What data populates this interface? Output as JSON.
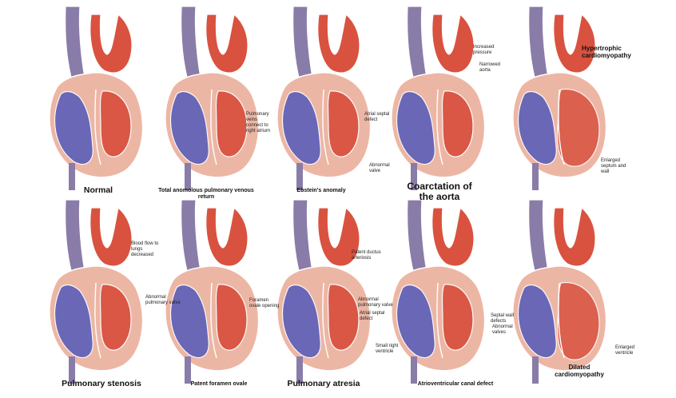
{
  "colors": {
    "oxygenated": "#d9523f",
    "deoxygenated": "#5b5fb8",
    "vessel_purple": "#8a7ca8",
    "muscle_pink": "#ecb6a5",
    "outline": "#ffffff"
  },
  "panels": [
    {
      "id": "normal",
      "caption": "Normal",
      "annotations": []
    },
    {
      "id": "tapvr",
      "caption": "Total anomolous pulmonary venous return",
      "annotations": [
        {
          "text": "Pulmonary veins connect to right atrium"
        }
      ]
    },
    {
      "id": "ebstein",
      "caption": "Ebstein's anomaly",
      "annotations": [
        {
          "text": "Atrial septal defect"
        },
        {
          "text": "Abnormal valve"
        }
      ]
    },
    {
      "id": "coarctation",
      "caption": "Coarctation of the aorta",
      "annotations": [
        {
          "text": "Increased pressure"
        },
        {
          "text": "Narrowed aorta"
        }
      ]
    },
    {
      "id": "hcm",
      "caption": "",
      "annotations": [
        {
          "text": "Hypertrophic cardiomyopathy"
        },
        {
          "text": "Enlarged septum and wall"
        }
      ]
    },
    {
      "id": "pulm-stenosis",
      "caption": "Pulmonary stenosis",
      "annotations": [
        {
          "text": "Blood flow to lungs decreased"
        },
        {
          "text": "Abnormal pulmonary valve"
        }
      ]
    },
    {
      "id": "pfo",
      "caption": "Patent foramen ovale",
      "annotations": [
        {
          "text": "Foramen ovale opening"
        }
      ]
    },
    {
      "id": "pulm-atresia",
      "caption": "Pulmonary atresia",
      "annotations": [
        {
          "text": "Patent ductus arteriosis"
        },
        {
          "text": "Abnormal pulmonary valve"
        },
        {
          "text": "Atrial septal defect"
        },
        {
          "text": "Small right ventricle"
        }
      ]
    },
    {
      "id": "avcd",
      "caption": "Atrioventricular canal defect",
      "annotations": [
        {
          "text": "Septal wall defects"
        },
        {
          "text": "Abnormal valves"
        }
      ]
    },
    {
      "id": "dcm",
      "caption": "Dilated cardiomyopathy",
      "annotations": [
        {
          "text": "Enlarged ventricle"
        }
      ]
    }
  ]
}
